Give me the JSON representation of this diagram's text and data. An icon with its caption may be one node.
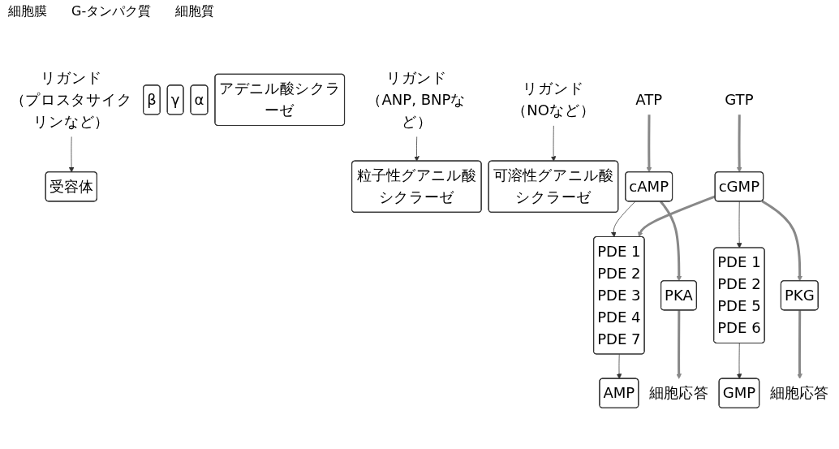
{
  "diagram": {
    "nodes": [
      {
        "text": [
          "リガンド",
          "（プロスタサイクリンなど）"
        ]
      },
      {
        "text": [
          "受容体"
        ]
      },
      {
        "text": [
          "β"
        ]
      },
      {
        "text": [
          "γ"
        ]
      },
      {
        "text": [
          "α"
        ]
      },
      {
        "text": [
          "アデニル酸シクラーゼ"
        ]
      },
      {
        "text": [
          "リガンド",
          "（ANP, BNPなど）"
        ]
      },
      {
        "text": [
          "粒子性グアニル酸シクラーゼ"
        ]
      },
      {
        "text": [
          "リガンド",
          "（NOなど）"
        ]
      },
      {
        "text": [
          "可溶性グアニル酸シクラーゼ"
        ]
      },
      {
        "text": [
          "ATP"
        ]
      },
      {
        "text": [
          "cAMP"
        ]
      },
      {
        "text": [
          "GTP"
        ]
      },
      {
        "text": [
          "cGMP"
        ]
      },
      {
        "text": [
          "PKA"
        ]
      },
      {
        "text": [
          "細胞応答"
        ]
      },
      {
        "text": [
          "PDE 1",
          "PDE 2",
          "PDE 3",
          "PDE 4",
          "PDE 7"
        ]
      },
      {
        "text": [
          "PDE 1",
          "PDE 2",
          "PDE 5",
          "PDE 6"
        ]
      },
      {
        "text": [
          "PKG"
        ]
      },
      {
        "text": [
          "細胞応答"
        ]
      },
      {
        "text": [
          "AMP"
        ]
      },
      {
        "text": [
          "GMP"
        ]
      }
    ],
    "edges": [
      {
        "from": 0,
        "to": 1,
        "arrow": "to"
      },
      {
        "from": 6,
        "to": 7,
        "arrow": "to"
      },
      {
        "from": 8,
        "to": 9,
        "arrow": "to"
      },
      {
        "from": 10,
        "to": 11,
        "arrow": "to",
        "style": "thick"
      },
      {
        "from": 12,
        "to": 13,
        "arrow": "to",
        "style": "thick"
      },
      {
        "from": 11,
        "to": 16,
        "arrow": "to"
      },
      {
        "from": 13,
        "to": 17,
        "arrow": "to"
      },
      {
        "from": 13,
        "to": 16,
        "arrow": "to",
        "style": "thick"
      },
      {
        "from": 11,
        "to": 14,
        "arrow": "to",
        "style": "thick"
      },
      {
        "from": 13,
        "to": 18,
        "arrow": "to",
        "style": "thick"
      },
      {
        "from": 14,
        "to": 15,
        "arrow": "to",
        "style": "thick"
      },
      {
        "from": 18,
        "to": 19,
        "arrow": "to",
        "style": "thick"
      },
      {
        "from": 16,
        "to": 20,
        "arrow": "to"
      },
      {
        "from": 17,
        "to": 21,
        "arrow": "to"
      }
    ],
    "labels": [
      "細胞膜",
      "G-タンパク質",
      "細胞質"
    ]
  }
}
